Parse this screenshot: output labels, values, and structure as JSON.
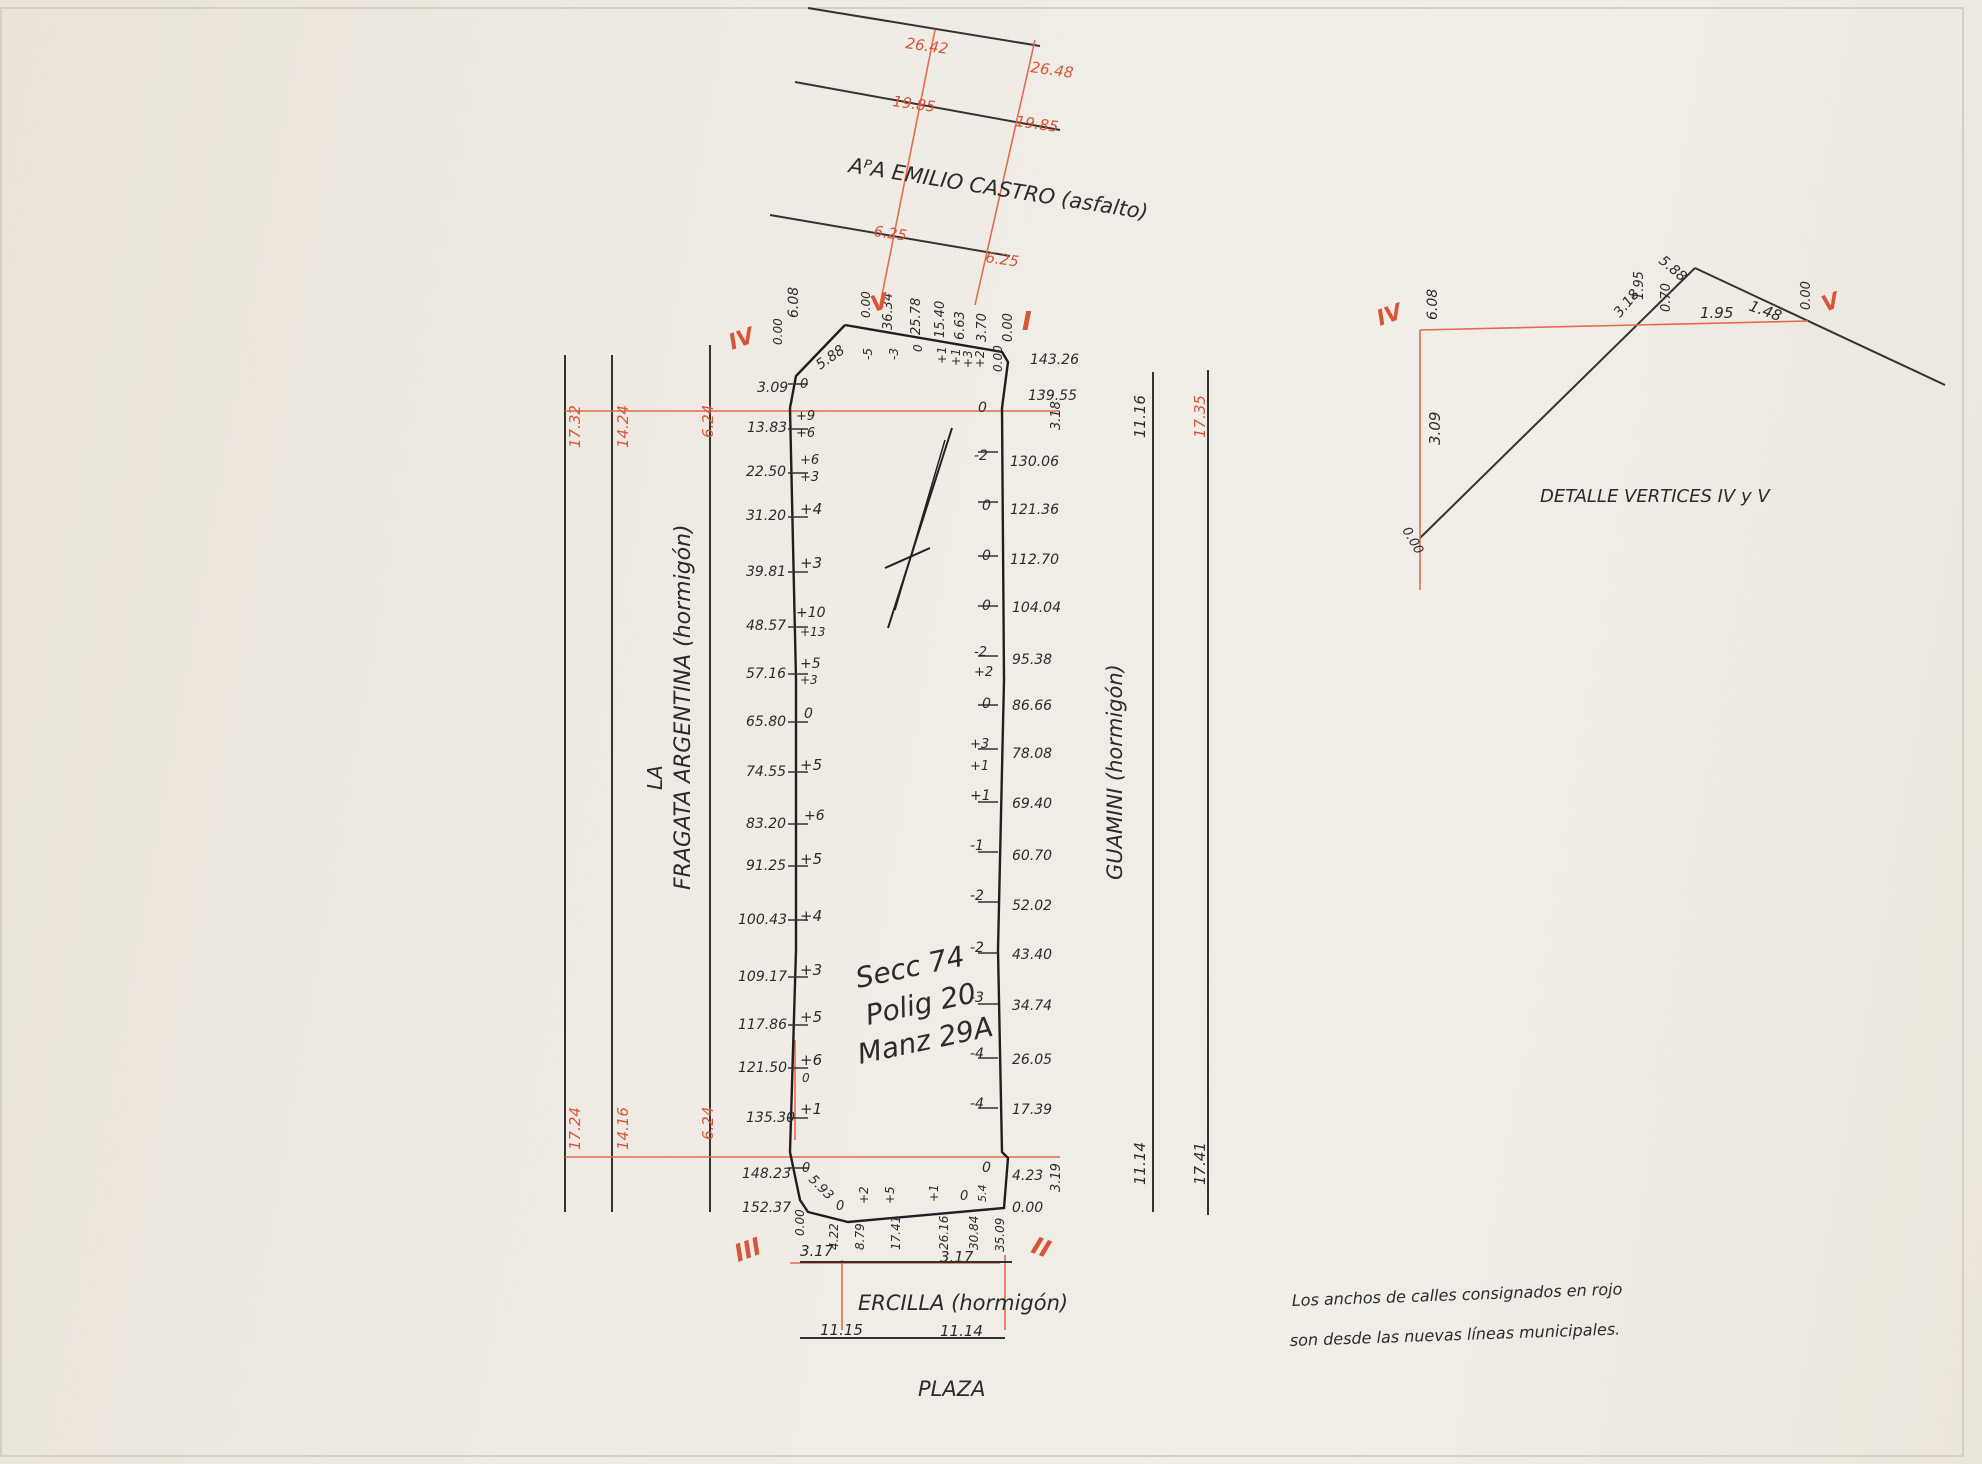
{
  "streets": {
    "avenue": "AᴾA EMILIO CASTRO (asfalto)",
    "la": "LA",
    "fragata": "FRAGATA ARGENTINA (hormigón)",
    "guamini": "GUAMINI (hormigón)",
    "ercilla": "ERCILLA (hormigón)",
    "plaza": "PLAZA"
  },
  "block": {
    "secc": "Secc 74",
    "polig": "Polig 20",
    "manz": "Manz 29A"
  },
  "vertices": {
    "I": "I",
    "II": "II",
    "III": "III",
    "IV": "IV",
    "V": "V"
  },
  "avenue_dims": [
    "26.42",
    "26.48",
    "19.85",
    "19.85",
    "6.25",
    "6.25"
  ],
  "street_widths": {
    "top_left": [
      "17.32",
      "14.24",
      "6.24"
    ],
    "top_right": [
      "11.16",
      "17.35"
    ],
    "bottom_left": [
      "17.24",
      "14.16",
      "6.24"
    ],
    "bottom_right": [
      "11.14",
      "17.41"
    ],
    "ercilla_left": [
      "3.17",
      "11.15"
    ],
    "ercilla_right": [
      "3.17",
      "11.14"
    ]
  },
  "left_side": {
    "distances": [
      "0.00",
      "6.08",
      "3.09",
      "13.83",
      "22.50",
      "31.20",
      "39.81",
      "48.57",
      "57.16",
      "65.80",
      "74.55",
      "83.20",
      "91.25",
      "100.43",
      "109.17",
      "117.86",
      "121.50",
      "135.30",
      "148.23",
      "152.37"
    ],
    "offsets": [
      "0",
      "+9",
      "+6",
      "+6",
      "+3",
      "+4",
      "+3",
      "+10",
      "+13",
      "+5",
      "+3",
      "0",
      "+5",
      "+6",
      "+5",
      "+4",
      "+3",
      "+5",
      "+6",
      "0",
      "+1",
      "0"
    ]
  },
  "right_side": {
    "distances": [
      "0.00",
      "143.26",
      "139.55",
      "3.18",
      "130.06",
      "121.36",
      "112.70",
      "104.04",
      "95.38",
      "86.66",
      "78.08",
      "69.40",
      "60.70",
      "52.02",
      "43.40",
      "34.74",
      "26.05",
      "17.39",
      "4.23",
      "3.19",
      "0.00"
    ],
    "offsets": [
      "0",
      "-2",
      "0",
      "0",
      "0",
      "-2",
      "+2",
      "0",
      "+3",
      "+1",
      "+1",
      "-1",
      "-2",
      "-2",
      "-3",
      "-4",
      "-4",
      "0"
    ]
  },
  "top_side": [
    "5.88",
    "0.00",
    "36.34",
    "25.78",
    "15.40",
    "6.63",
    "3.70",
    "0.00",
    "-5",
    "-3",
    "+1",
    "+1",
    "+3",
    "+2",
    "0"
  ],
  "bottom_side": [
    "5.93",
    "0",
    "0.00",
    "4.22",
    "8.79",
    "17.41",
    "26.16",
    "30.84",
    "35.09",
    "+2",
    "+5",
    "+1",
    "0",
    "5.4"
  ],
  "detail": {
    "title": "DETALLE VERTICES IV y V",
    "roman_iv": "IV",
    "roman_v": "V",
    "dims": [
      "6.08",
      "3.09",
      "0.00",
      "5.88",
      "3.18",
      "1.95",
      "0.70",
      "1.95",
      "1.48",
      "0.00"
    ]
  },
  "note": {
    "line1": "Los anchos de calles consignados en rojo",
    "line2": "son desde las nuevas líneas municipales."
  }
}
